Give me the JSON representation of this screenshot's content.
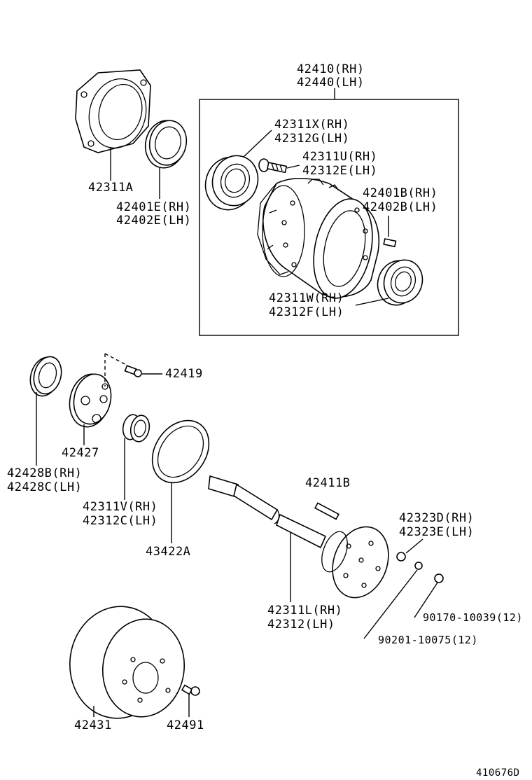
{
  "labels": {
    "l42410": "42410(RH)",
    "l42440": "42440(LH)",
    "l42311x": "42311X(RH)",
    "l42312g": "42312G(LH)",
    "l42311u": "42311U(RH)",
    "l42312e": "42312E(LH)",
    "l42401b": "42401B(RH)",
    "l42402b": "42402B(LH)",
    "l42311w": "42311W(RH)",
    "l42312f": "42312F(LH)",
    "l42311a": "42311A",
    "l42401e": "42401E(RH)",
    "l42402e": "42402E(LH)",
    "l42419": "42419",
    "l42427": "42427",
    "l42428b": "42428B(RH)",
    "l42428c": "42428C(LH)",
    "l42311v": "42311V(RH)",
    "l42312c": "42312C(LH)",
    "l43422a": "43422A",
    "l42411b": "42411B",
    "l42323d": "42323D(RH)",
    "l42323e": "42323E(LH)",
    "l42311l": "42311L(RH)",
    "l42312": "42312(LH)",
    "l90170": "90170-10039(12)",
    "l90201": "90201-10075(12)",
    "l42431": "42431",
    "l42491": "42491",
    "ref": "410676D"
  }
}
